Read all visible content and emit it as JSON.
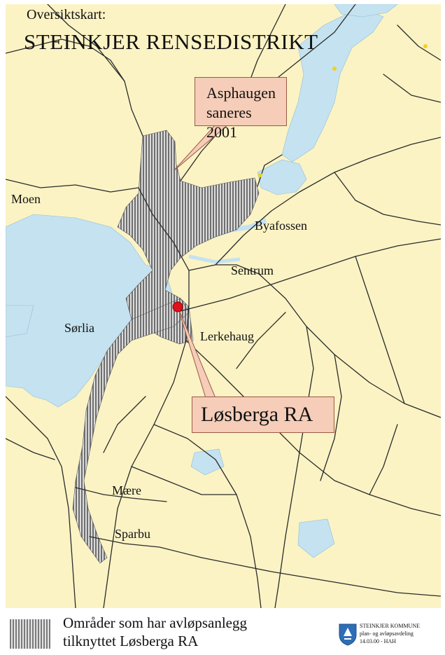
{
  "map": {
    "title_small": "Oversiktskart:",
    "title": "STEINKJER RENSEDISTRIKT",
    "colors": {
      "land": "#fbf3c4",
      "water": "#c5e2f0",
      "roads": "#2b2b2b",
      "callout": "#f5cdb8",
      "plant_marker": "#e0111c"
    },
    "places": {
      "moen": "Moen",
      "byafossen": "Byafossen",
      "sentrum": "Sentrum",
      "sorlia": "Sørlia",
      "lerkehaug": "Lerkehaug",
      "maere": "Mære",
      "sparbu": "Sparbu"
    },
    "callouts": {
      "asphaugen_line1": "Asphaugen",
      "asphaugen_line2": "saneres 2001",
      "losberga": "Løsberga RA"
    }
  },
  "legend": {
    "line1": "Områder som har avløpsanlegg",
    "line2": "tilknyttet Løsberga RA",
    "org_line1": "STEINKJER KOMMUNE",
    "org_line2": "plan- og avløpsavdeling",
    "org_line3": "14.03.00 - HAH",
    "logo_icon": "shield-logo-icon"
  }
}
